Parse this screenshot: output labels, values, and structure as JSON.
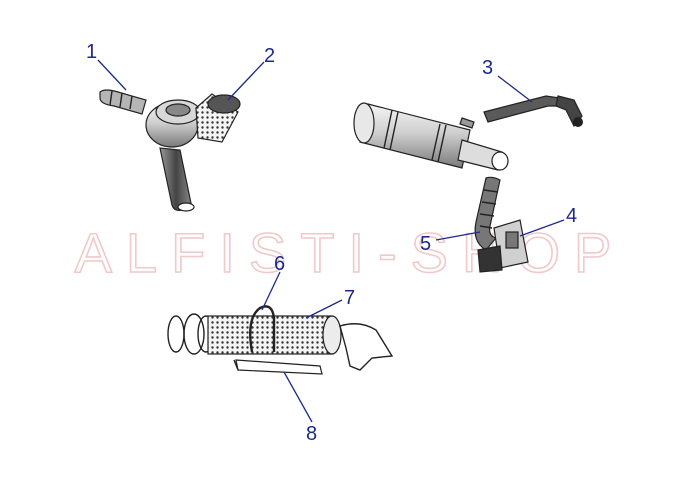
{
  "watermark": {
    "text": "ALFISTI-SHOP"
  },
  "callouts": [
    "1",
    "2",
    "3",
    "4",
    "5",
    "6",
    "7",
    "8"
  ]
}
